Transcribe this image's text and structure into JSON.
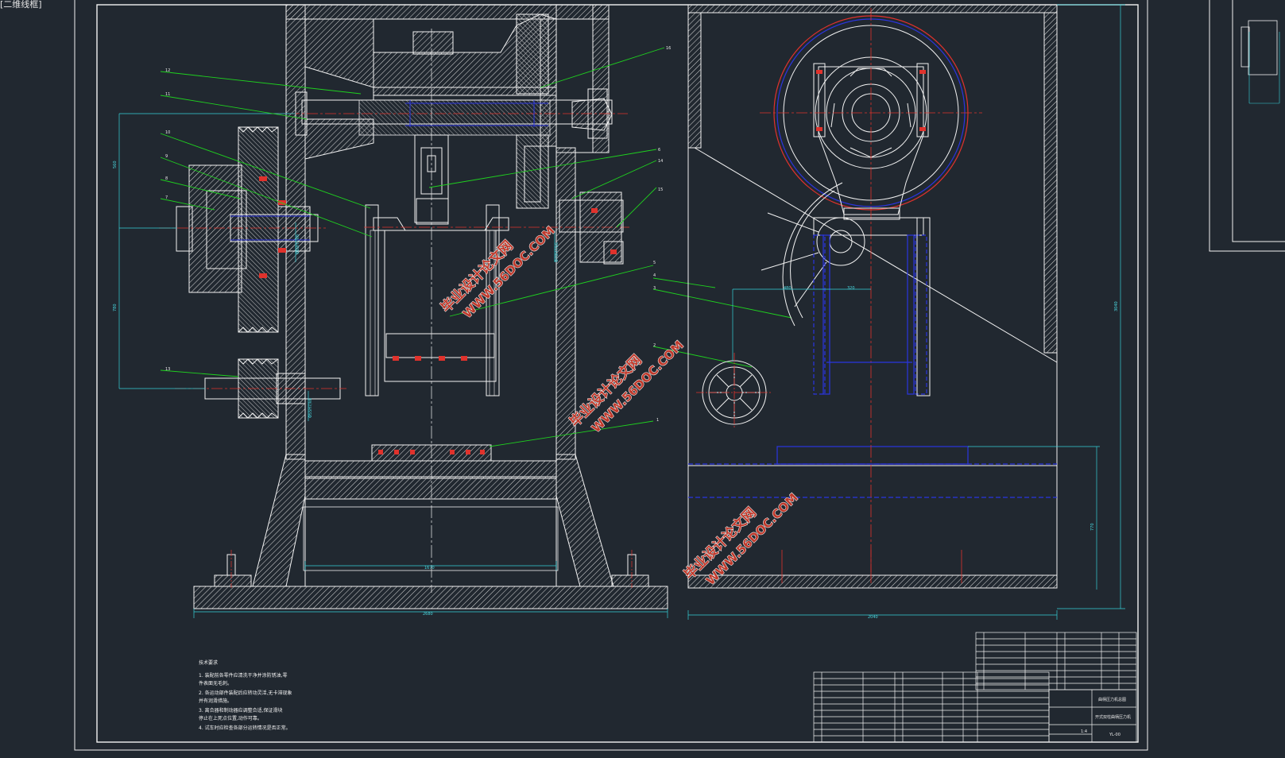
{
  "view": {
    "tab_label": "[二维线框]"
  },
  "colors": {
    "background": "#212830",
    "line": "#f2f2f2",
    "hatch": "#d8d8d8",
    "center": "#e0322c",
    "dimension": "#36d0d8",
    "leader": "#1fd11f",
    "hidden": "#2b35e0",
    "watermark": "#c0392b"
  },
  "watermarks": [
    {
      "line1": "毕业设计论文网",
      "line2": "WWW.56DOC.COM"
    },
    {
      "line1": "毕业设计论文网",
      "line2": "WWW.56DOC.COM"
    },
    {
      "line1": "毕业设计论文网",
      "line2": "WWW.56DOC.COM"
    }
  ],
  "notes": {
    "heading": "技术要求",
    "items": [
      "1. 装配前各零件应清洗干净并涂防锈油,零",
      "   件表面无毛刺。",
      "2. 各运动部件装配后应转动灵活,无卡滞现象",
      "   并有润滑措施。",
      "3. 离合器和制动器应调整合适,保证滑块",
      "   停止在上死点位置,动作可靠。",
      "4. 试车时应检查各部分运转情况是否正常。"
    ]
  },
  "title_block": {
    "name": "曲柄压力机总图",
    "subtitle": "开式双柱曲柄压力机",
    "scale": "1:4",
    "sheet": "YL-00"
  }
}
